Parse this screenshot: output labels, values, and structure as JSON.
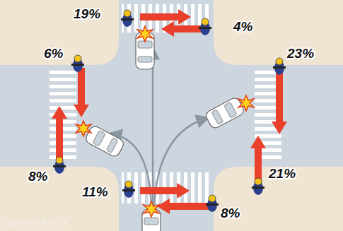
{
  "diagram": {
    "labels": [
      "19%",
      "4%",
      "6%",
      "23%",
      "8%",
      "21%",
      "11%",
      "8%",
      "Illustration by H.Ueno K"
    ]
  }
}
